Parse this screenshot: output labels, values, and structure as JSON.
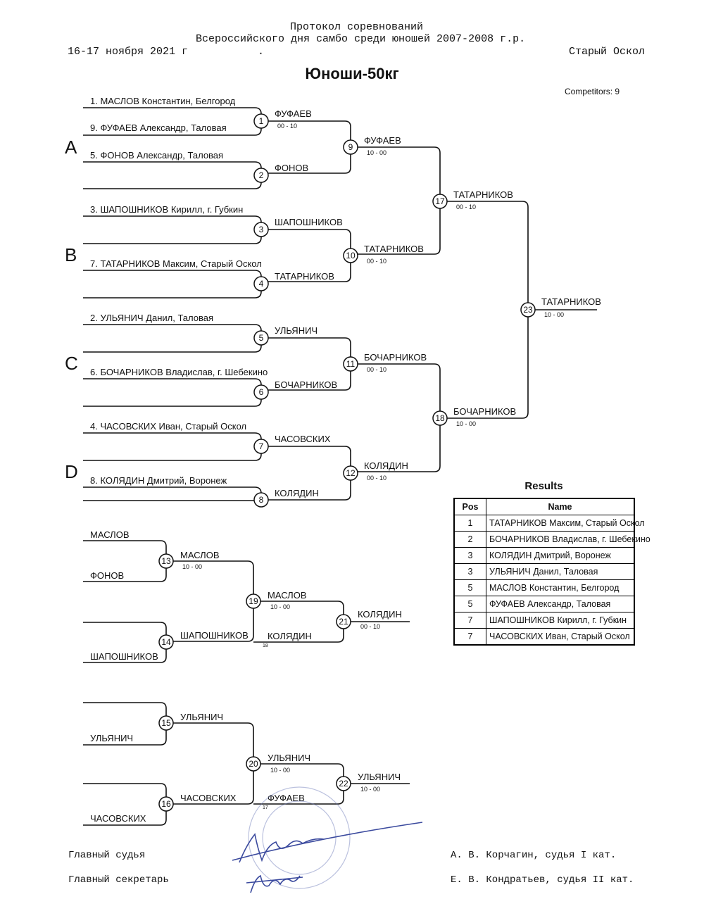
{
  "header": {
    "line1": "Протокол соревнований",
    "line2": "Всероссийского дня самбо среди юношей 2007-2008 г.р.",
    "date": "16-17 ноября 2021 г",
    "dot": ".",
    "city": "Старый Оскол"
  },
  "title": "Юноши-50кг",
  "competitors": "Competitors: 9",
  "groups": [
    "A",
    "B",
    "C",
    "D"
  ],
  "entrants": [
    "1. МАСЛОВ Константин, Белгород",
    "9. ФУФАЕВ Александр, Таловая",
    "5. ФОНОВ Александр, Таловая",
    "3. ШАПОШНИКОВ Кирилл, г. Губкин",
    "7. ТАТАРНИКОВ Максим, Старый Оскол",
    "2. УЛЬЯНИЧ Данил, Таловая",
    "6. БОЧАРНИКОВ Владислав, г. Шебекино",
    "4. ЧАСОВСКИХ Иван, Старый Оскол",
    "8. КОЛЯДИН Дмитрий, Воронеж"
  ],
  "bouts": [
    {
      "n": "1",
      "winner": "ФУФАЕВ",
      "score": "00 - 10"
    },
    {
      "n": "2",
      "winner": "ФОНОВ",
      "score": ""
    },
    {
      "n": "3",
      "winner": "ШАПОШНИКОВ",
      "score": ""
    },
    {
      "n": "4",
      "winner": "ТАТАРНИКОВ",
      "score": ""
    },
    {
      "n": "5",
      "winner": "УЛЬЯНИЧ",
      "score": ""
    },
    {
      "n": "6",
      "winner": "БОЧАРНИКОВ",
      "score": ""
    },
    {
      "n": "7",
      "winner": "ЧАСОВСКИХ",
      "score": ""
    },
    {
      "n": "8",
      "winner": "КОЛЯДИН",
      "score": ""
    },
    {
      "n": "9",
      "winner": "ФУФАЕВ",
      "score": "10 - 00"
    },
    {
      "n": "10",
      "winner": "ТАТАРНИКОВ",
      "score": "00 - 10"
    },
    {
      "n": "11",
      "winner": "БОЧАРНИКОВ",
      "score": "00 - 10"
    },
    {
      "n": "12",
      "winner": "КОЛЯДИН",
      "score": "00 - 10"
    },
    {
      "n": "17",
      "winner": "ТАТАРНИКОВ",
      "score": "00 - 10"
    },
    {
      "n": "18",
      "winner": "БОЧАРНИКОВ",
      "score": "10 - 00"
    },
    {
      "n": "23",
      "winner": "ТАТАРНИКОВ",
      "score": "10 - 00"
    }
  ],
  "repechage": [
    {
      "n": "13",
      "top": "МАСЛОВ",
      "bottom": "ФОНОВ",
      "winner": "МАСЛОВ",
      "score": "10 - 00"
    },
    {
      "n": "14",
      "top": "",
      "bottom": "ШАПОШНИКОВ",
      "winner": "ШАПОШНИКОВ",
      "score": ""
    },
    {
      "n": "19",
      "winner": "МАСЛОВ",
      "score": "10 - 00",
      "incoming": "КОЛЯДИН",
      "incoming_ref": "18"
    },
    {
      "n": "21",
      "winner": "КОЛЯДИН",
      "score": "00 - 10"
    },
    {
      "n": "15",
      "top": "",
      "bottom": "УЛЬЯНИЧ",
      "winner": "УЛЬЯНИЧ",
      "score": ""
    },
    {
      "n": "16",
      "top": "",
      "bottom": "ЧАСОВСКИХ",
      "winner": "ЧАСОВСКИХ",
      "score": ""
    },
    {
      "n": "20",
      "winner": "УЛЬЯНИЧ",
      "score": "10 - 00",
      "incoming": "ФУФАЕВ",
      "incoming_ref": "17"
    },
    {
      "n": "22",
      "winner": "УЛЬЯНИЧ",
      "score": "10 - 00"
    }
  ],
  "results": {
    "title": "Results",
    "columns": [
      "Pos",
      "Name"
    ],
    "rows": [
      {
        "pos": "1",
        "name": "ТАТАРНИКОВ Максим, Старый Оскол"
      },
      {
        "pos": "2",
        "name": "БОЧАРНИКОВ Владислав, г. Шебекино"
      },
      {
        "pos": "3",
        "name": "КОЛЯДИН Дмитрий, Воронеж"
      },
      {
        "pos": "3",
        "name": "УЛЬЯНИЧ Данил, Таловая"
      },
      {
        "pos": "5",
        "name": "МАСЛОВ Константин, Белгород"
      },
      {
        "pos": "5",
        "name": "ФУФАЕВ Александр, Таловая"
      },
      {
        "pos": "7",
        "name": "ШАПОШНИКОВ Кирилл, г. Губкин"
      },
      {
        "pos": "7",
        "name": "ЧАСОВСКИХ Иван, Старый Оскол"
      }
    ]
  },
  "officials": {
    "chief_judge_label": "Главный судья",
    "chief_secretary_label": "Главный секретарь",
    "chief_judge_name": "А. В. Корчагин, судья I кат.",
    "chief_secretary_name": "Е. В. Кондратьев, судья II кат."
  },
  "colors": {
    "ink": "#111111",
    "stamp": "#6a78b8"
  }
}
